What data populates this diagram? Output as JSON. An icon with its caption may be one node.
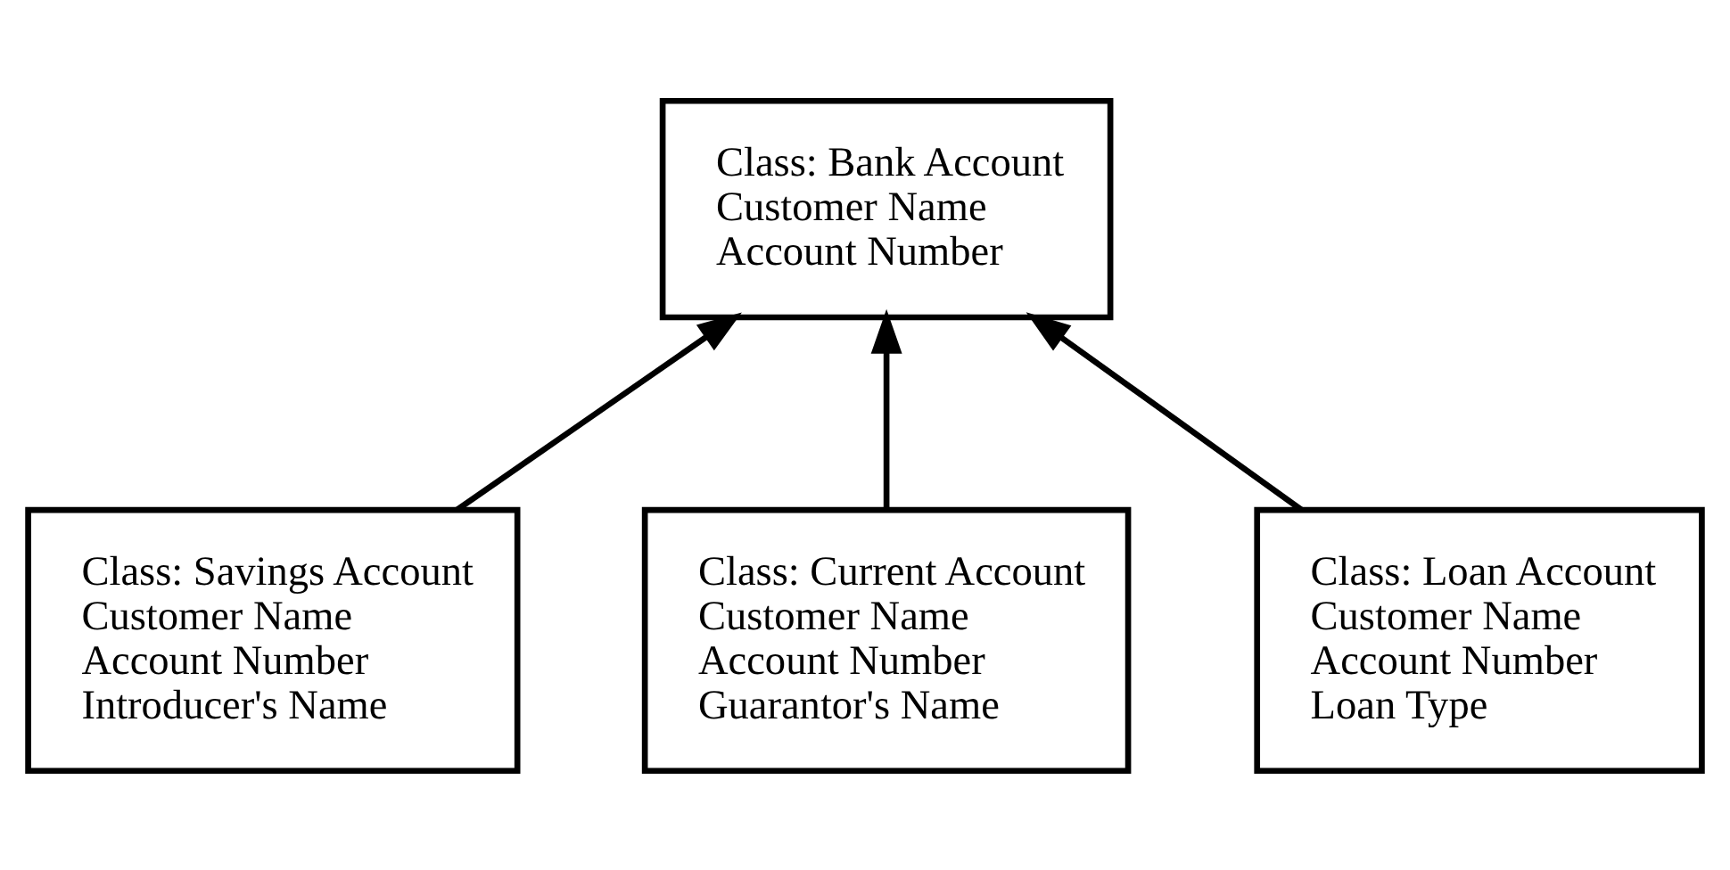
{
  "diagram": {
    "nodes": [
      {
        "text": [
          "Class: Bank Account",
          "Customer Name",
          "Account Number"
        ]
      },
      {
        "text": [
          "Class: Savings Account",
          "Customer Name",
          "Account Number",
          "Introducer's Name"
        ]
      },
      {
        "text": [
          "Class: Current Account",
          "Customer Name",
          "Account Number",
          "Guarantor's Name"
        ]
      },
      {
        "text": [
          "Class: Loan Account",
          "Customer Name",
          "Account Number",
          "Loan Type"
        ]
      }
    ],
    "edges": [
      {
        "from": 1,
        "to": 0,
        "arrow": "to"
      },
      {
        "from": 2,
        "to": 0,
        "arrow": "to"
      },
      {
        "from": 3,
        "to": 0,
        "arrow": "to"
      }
    ]
  }
}
